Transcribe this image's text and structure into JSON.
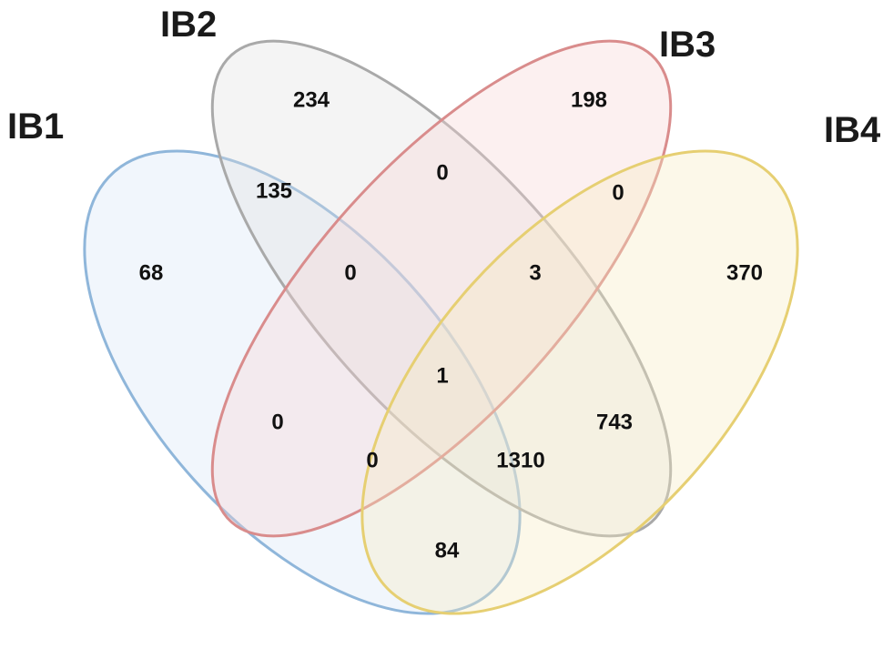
{
  "sets": [
    {
      "id": "ib1",
      "label": "IB1",
      "stroke": "#8fb6da",
      "fill": "#d6e6f5"
    },
    {
      "id": "ib2",
      "label": "IB2",
      "stroke": "#a9a9a9",
      "fill": "#e0e0e0"
    },
    {
      "id": "ib3",
      "label": "IB3",
      "stroke": "#d98c8c",
      "fill": "#f5d3d3"
    },
    {
      "id": "ib4",
      "label": "IB4",
      "stroke": "#e6cf72",
      "fill": "#f7ecc0"
    }
  ],
  "regions": {
    "ib1_only": "68",
    "ib2_only": "234",
    "ib3_only": "198",
    "ib4_only": "370",
    "ib1_ib2": "135",
    "ib2_ib3": "0",
    "ib3_ib4": "0",
    "ib1_ib2_ib3": "0",
    "ib2_ib3_ib4": "3",
    "ib1_ib2_ib3_ib4": "1",
    "ib1_ib3": "0",
    "ib2_ib4": "743",
    "ib1_ib3_ib4": "0",
    "ib1_ib2_ib4": "1310",
    "ib1_ib4": "84"
  }
}
